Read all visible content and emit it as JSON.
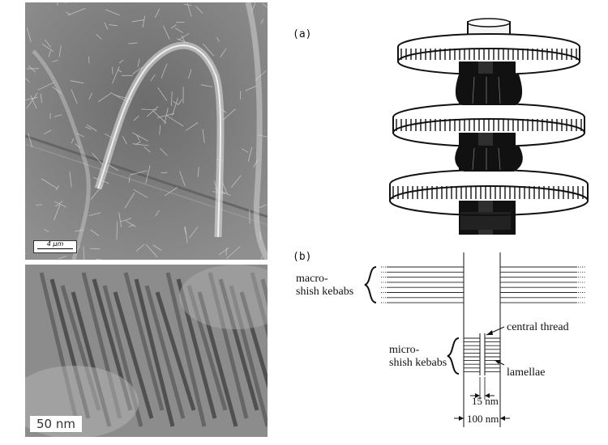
{
  "panels": {
    "a_label": "(a)",
    "b_label": "(b)"
  },
  "micrographs": {
    "top_scale": "4 μm",
    "bottom_scale": "50 nm"
  },
  "schematic": {
    "macro_line1": "macro-",
    "macro_line2": "shish kebabs",
    "micro_line1": "micro-",
    "micro_line2": "shish kebabs",
    "central_thread": "central thread",
    "lamellae": "lamellae",
    "dim_15": "15 nm",
    "dim_100": "100 nm"
  }
}
